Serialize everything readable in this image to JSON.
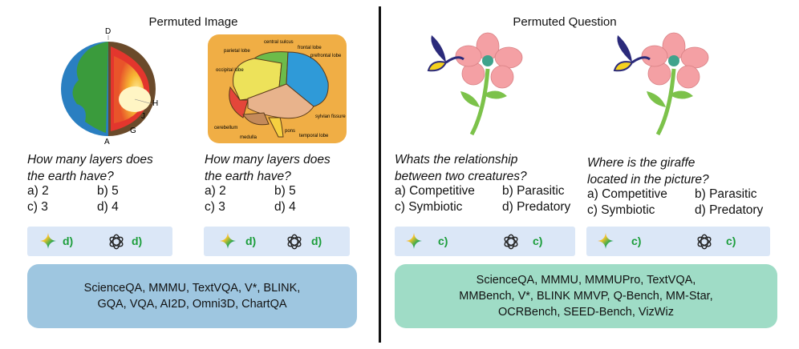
{
  "left": {
    "title": "Permuted Image",
    "earth_labels": [
      "D",
      "H",
      "J",
      "G",
      "A"
    ],
    "brain_labels": [
      "parietal lobe",
      "central sulcus",
      "frontal lobe",
      "prefrontal lobe",
      "occipital lobe",
      "cerebellum",
      "medulla",
      "pons",
      "sylvian fissure",
      "temporal lobe"
    ],
    "panels": [
      {
        "question_line1": "How many layers does",
        "question_line2": "the earth have?",
        "options": [
          "a) 2",
          "b) 5",
          "c) 3",
          "d) 4"
        ],
        "gemini_answer": "d)",
        "gpt_answer": "d)"
      },
      {
        "question_line1": "How many layers does",
        "question_line2": "the earth have?",
        "options": [
          "a) 2",
          "b) 5",
          "c) 3",
          "d) 4"
        ],
        "gemini_answer": "d)",
        "gpt_answer": "d)"
      }
    ],
    "benchmarks_line1": "ScienceQA, MMMU, TextVQA, V*,  BLINK,",
    "benchmarks_line2": "GQA, VQA, AI2D, Omni3D, ChartQA",
    "bench_color": "#9ec6e0"
  },
  "right": {
    "title": "Permuted Question",
    "panels": [
      {
        "question_line1": "Whats the relationship",
        "question_line2": "between two creatures?",
        "options": [
          "a) Competitive",
          "b) Parasitic",
          "c) Symbiotic",
          "d) Predatory"
        ],
        "gemini_answer": "c)",
        "gpt_answer": "c)"
      },
      {
        "question_line1": "Where is the giraffe",
        "question_line2": "located in the picture?",
        "options": [
          "a) Competitive",
          "b) Parasitic",
          "c) Symbiotic",
          "d) Predatory"
        ],
        "gemini_answer": "c)",
        "gpt_answer": "c)"
      }
    ],
    "benchmarks_line1": "ScienceQA, MMMU, MMMUPro, TextVQA,",
    "benchmarks_line2": "MMBench, V*, BLINK MMVP, Q-Bench, MM-Star,",
    "benchmarks_line3": "OCRBench, SEED-Bench, VizWiz",
    "bench_color": "#9fdcc6"
  },
  "colors": {
    "answer_bar": "#dbe7f7",
    "answer_text": "#1b9d3a"
  }
}
